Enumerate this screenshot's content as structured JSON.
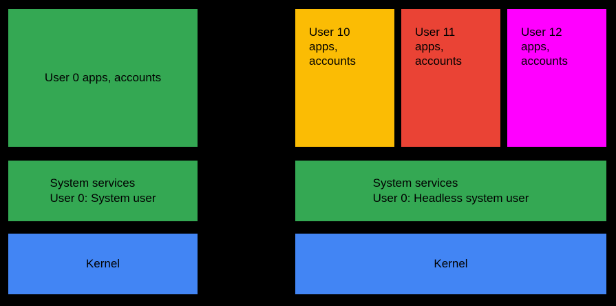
{
  "canvas": {
    "background": "#000000",
    "text_color": "#000000"
  },
  "left_stack": {
    "apps_box": {
      "label": "User 0 apps, accounts",
      "color": "#34A853"
    },
    "services_box": {
      "line1": "System services",
      "line2": "User 0: System user",
      "color": "#34A853"
    },
    "kernel_box": {
      "label": "Kernel",
      "color": "#4285F4"
    }
  },
  "right_stack": {
    "user_boxes": [
      {
        "line1": "User 10",
        "line2": "apps,",
        "line3": "accounts",
        "color": "#FBBC04"
      },
      {
        "line1": "User 11",
        "line2": "apps,",
        "line3": "accounts",
        "color": "#EA4335"
      },
      {
        "line1": "User 12",
        "line2": "apps,",
        "line3": "accounts",
        "color": "#FF00FF"
      }
    ],
    "services_box": {
      "line1": "System services",
      "line2": "User 0: Headless system user",
      "color": "#34A853"
    },
    "kernel_box": {
      "label": "Kernel",
      "color": "#4285F4"
    }
  }
}
